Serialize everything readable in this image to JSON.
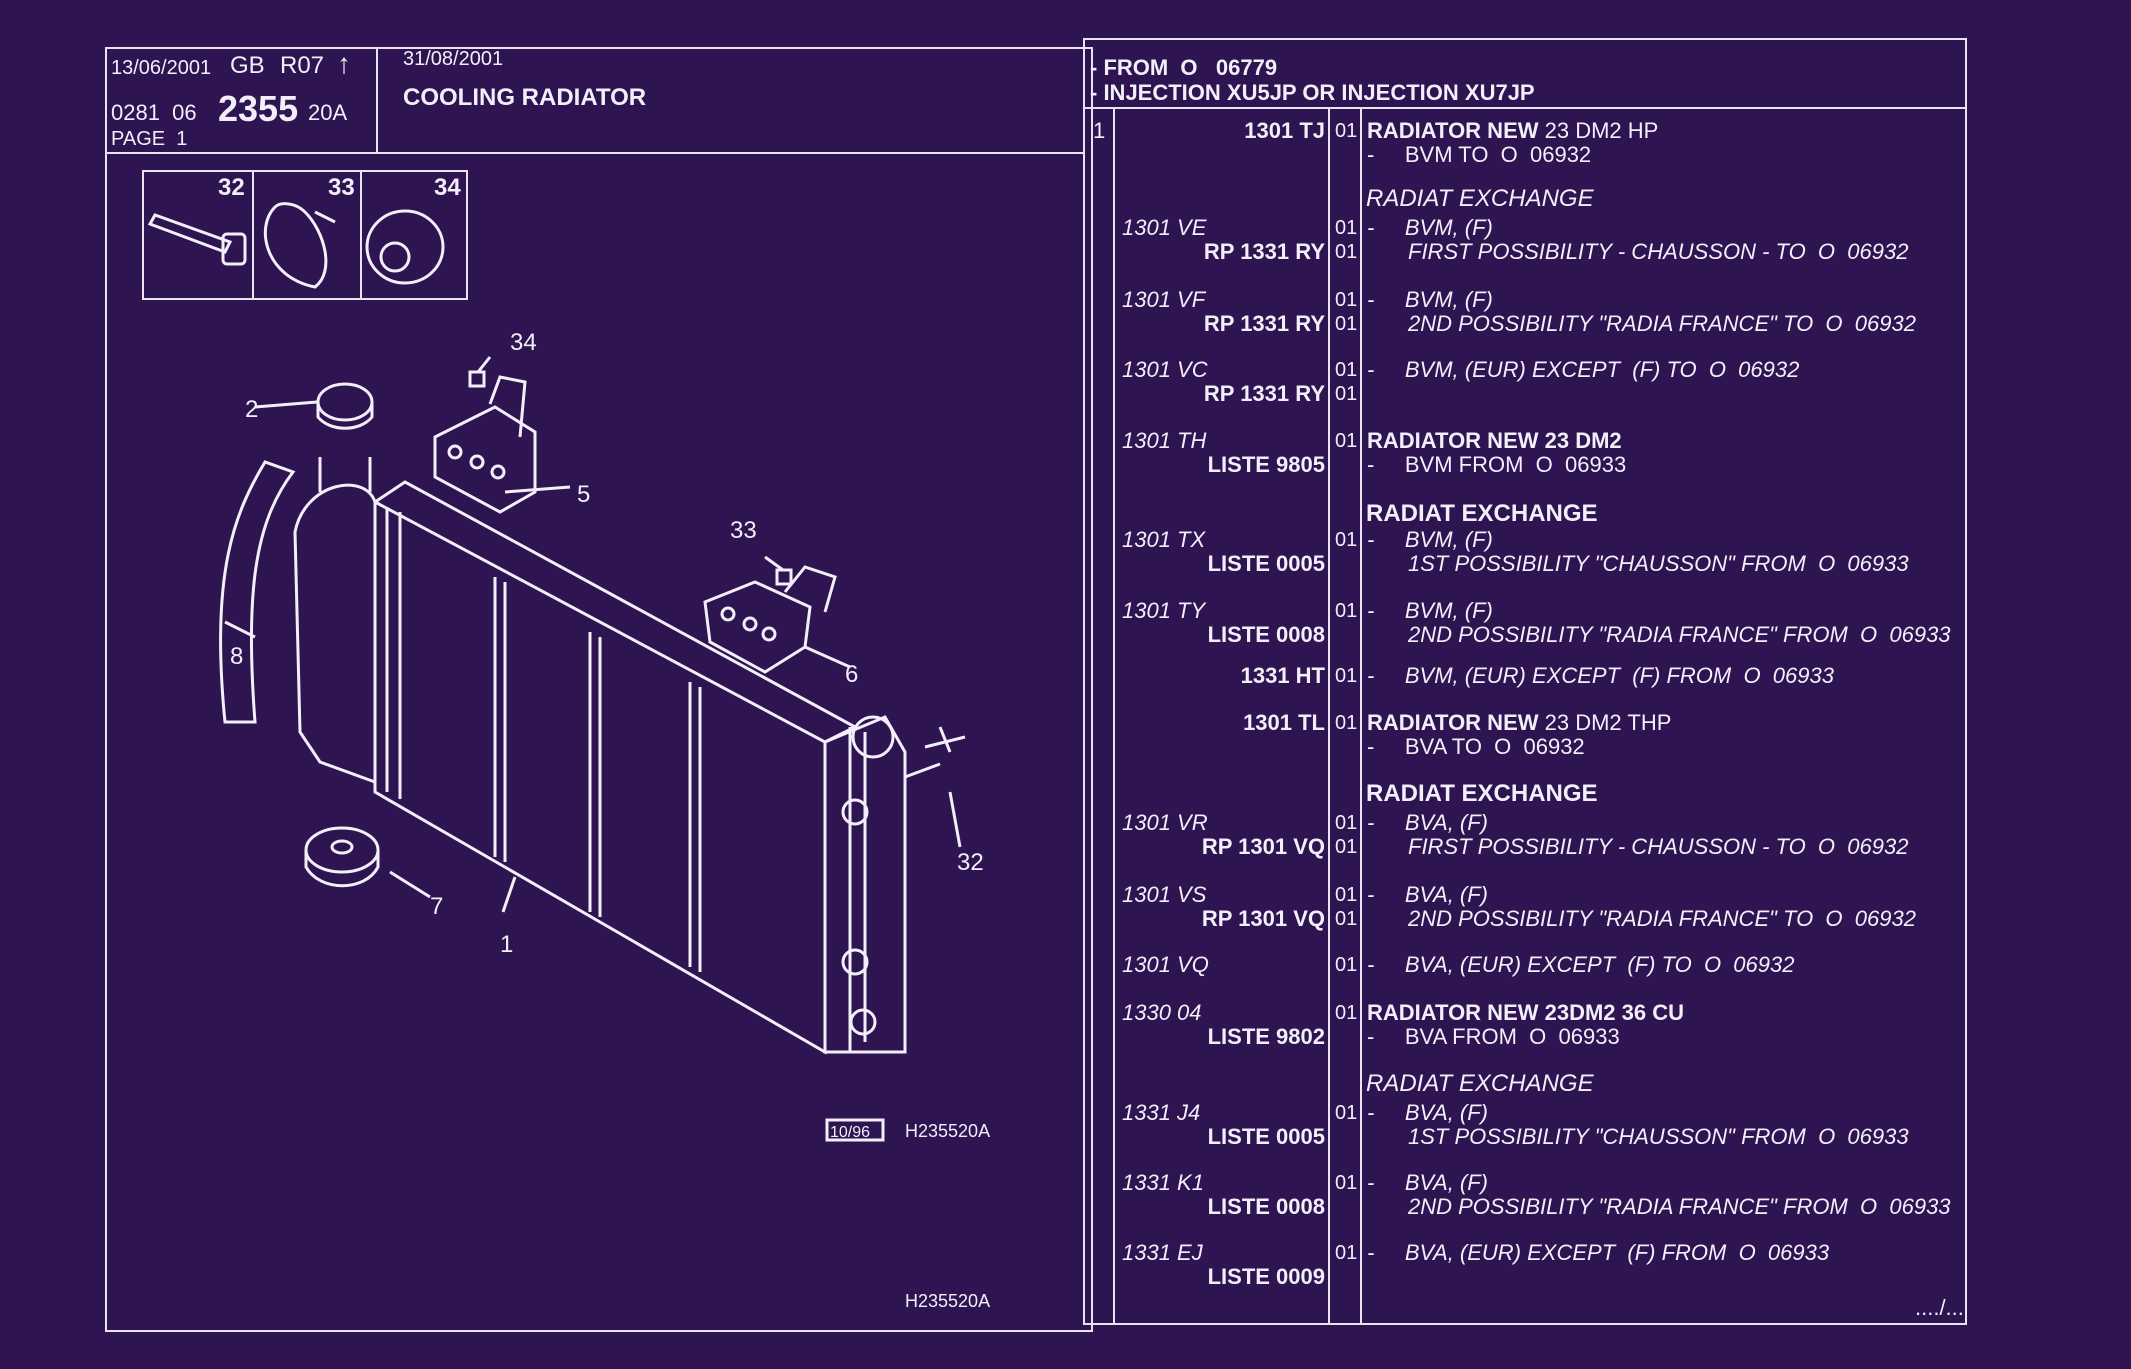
{
  "header": {
    "date1": "13/06/2001",
    "lang": "GB",
    "rev": "R07",
    "code_prefix": "0281  06",
    "code_main": "2355",
    "code_suffix": "20A",
    "page": "PAGE  1",
    "date2": "31/08/2001",
    "title": "COOLING RADIATOR",
    "cond1": "- FROM  O   06779",
    "cond2": "- INJECTION XU5JP OR INJECTION XU7JP"
  },
  "callouts": {
    "c32": "32",
    "c33": "33",
    "c34": "34",
    "c1": "1",
    "c2": "2",
    "c5": "5",
    "c6": "6",
    "c7": "7",
    "c8": "8",
    "c32b": "32",
    "c33b": "33",
    "c34b": "34"
  },
  "diagram": {
    "date_box": "10/96",
    "ref1": "H235520A",
    "ref2": "H235520A"
  },
  "table": {
    "item": "1",
    "continued": "..../...",
    "rows": [
      {
        "pn": "1301 TJ",
        "q": "01",
        "d1": "RADIATOR NEW",
        "d1b": " 23 DM2 HP",
        "d2": "-     BVM TO  O  06932"
      },
      {
        "sect": "RADIAT EXCHANGE"
      },
      {
        "pn": "1301 VE",
        "q": "01",
        "d1": "-     BVM, (F)",
        "rp": "RP  1331 RY",
        "q2": "01",
        "d2": "FIRST POSSIBILITY - CHAUSSON - TO  O  06932"
      },
      {
        "pn": "1301 VF",
        "q": "01",
        "d1": "-     BVM, (F)",
        "rp": "RP  1331 RY",
        "q2": "01",
        "d2": "2ND POSSIBILITY \"RADIA FRANCE\" TO  O  06932"
      },
      {
        "pn": "1301 VC",
        "q": "01",
        "d1": "-     BVM, (EUR) EXCEPT  (F) TO  O  06932",
        "rp": "RP  1331 RY",
        "q2": "01"
      },
      {
        "pn": "1301 TH",
        "q": "01",
        "d1": "RADIATOR NEW 23 DM2",
        "rp": "LISTE 9805",
        "d2": "-     BVM FROM  O  06933"
      },
      {
        "sect": "RADIAT EXCHANGE"
      },
      {
        "pn": "1301 TX",
        "q": "01",
        "d1": "-     BVM, (F)",
        "rp": "LISTE 0005",
        "d2": "1ST POSSIBILITY \"CHAUSSON\" FROM  O  06933"
      },
      {
        "pn": "1301 TY",
        "q": "01",
        "d1": "-     BVM, (F)",
        "rp": "LISTE 0008",
        "d2": "2ND POSSIBILITY \"RADIA FRANCE\" FROM  O  06933"
      },
      {
        "pn": "1331 HT",
        "q": "01",
        "d1": "-     BVM, (EUR) EXCEPT  (F) FROM  O  06933"
      },
      {
        "pn": "1301 TL",
        "q": "01",
        "d1": "RADIATOR NEW",
        "d1b": " 23 DM2 THP",
        "d2": "-     BVA TO  O  06932"
      },
      {
        "sect": "RADIAT EXCHANGE"
      },
      {
        "pn": "1301 VR",
        "q": "01",
        "d1": "-     BVA, (F)",
        "rp": "RP  1301 VQ",
        "q2": "01",
        "d2": "FIRST POSSIBILITY - CHAUSSON - TO  O  06932"
      },
      {
        "pn": "1301 VS",
        "q": "01",
        "d1": "-     BVA, (F)",
        "rp": "RP  1301 VQ",
        "q2": "01",
        "d2": "2ND POSSIBILITY \"RADIA FRANCE\" TO  O  06932"
      },
      {
        "pn": "1301 VQ",
        "q": "01",
        "d1": "-     BVA, (EUR) EXCEPT  (F) TO  O  06932"
      },
      {
        "pn": "1330 04",
        "q": "01",
        "d1": "RADIATOR NEW 23DM2 36 CU",
        "rp": "LISTE 9802",
        "d2": "-     BVA FROM  O  06933"
      },
      {
        "sect": "RADIAT EXCHANGE"
      },
      {
        "pn": "1331 J4",
        "q": "01",
        "d1": "-     BVA, (F)",
        "rp": "LISTE 0005",
        "d2": "1ST POSSIBILITY \"CHAUSSON\" FROM  O  06933"
      },
      {
        "pn": "1331 K1",
        "q": "01",
        "d1": "-     BVA, (F)",
        "rp": "LISTE 0008",
        "d2": "2ND POSSIBILITY \"RADIA FRANCE\" FROM  O  06933"
      },
      {
        "pn": "1331 EJ",
        "q": "01",
        "d1": "-     BVA, (EUR) EXCEPT  (F) FROM  O  06933",
        "rp": "LISTE 0009"
      }
    ]
  }
}
